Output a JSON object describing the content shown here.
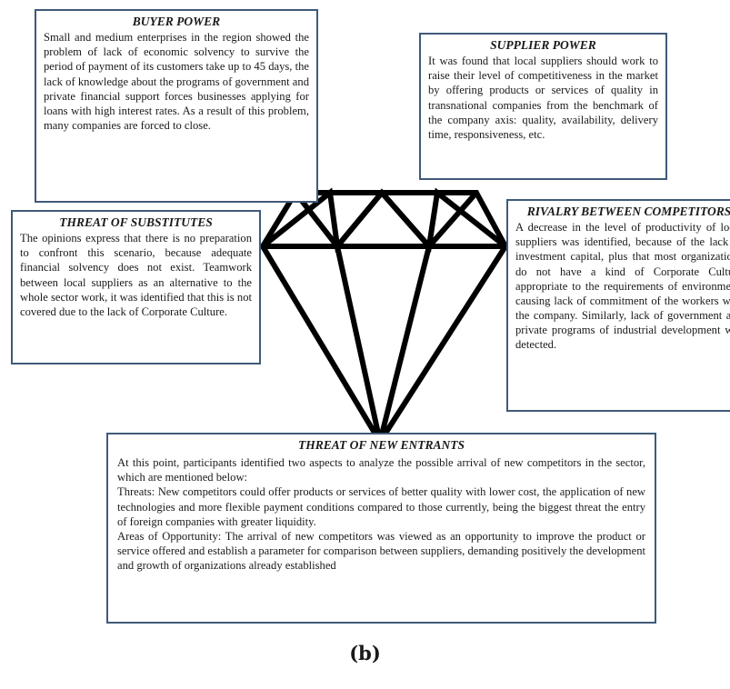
{
  "boxes": {
    "buyer": {
      "title": "BUYER POWER",
      "text": "Small and medium enterprises in the region showed the problem of lack of economic solvency to survive the period of payment of its customers take up to 45 days, the lack of knowledge about the programs of government and private financial support forces businesses applying for loans with high interest rates. As a result of this problem, many companies are forced to close."
    },
    "supplier": {
      "title": "SUPPLIER POWER",
      "text": "It was found that local suppliers should work to raise their level of competitiveness in the market by offering products or services of quality in transnational companies from the benchmark of the company axis: quality, availability, delivery time, responsiveness, etc."
    },
    "substitutes": {
      "title": "THREAT OF SUBSTITUTES",
      "text": "The opinions express that there is no preparation to confront this scenario, because adequate financial solvency does not exist. Teamwork between local suppliers as an alternative to the whole sector work, it was identified that this is not covered due to the lack of Corporate Culture."
    },
    "rivalry": {
      "title": "RIVALRY BETWEEN COMPETITORS",
      "text": "A decrease in the level of productivity of local suppliers was identified, because of the lack of investment capital, plus that most organizations do not have a kind of Corporate Culture appropriate to the requirements of environment, causing lack of commitment of the workers with the company. Similarly, lack of government and private programs of industrial development was detected."
    },
    "entrants": {
      "title": "THREAT OF NEW ENTRANTS",
      "intro": "At this point, participants identified two aspects to analyze the possible arrival of new competitors in the sector, which are mentioned below:",
      "threats": "Threats: New competitors could offer products or services of better quality with lower cost, the application of new technologies and more flexible payment conditions compared to those currently, being the biggest threat the entry of foreign companies with greater liquidity.",
      "opportunity": "Areas of Opportunity: The arrival of new competitors was viewed as an opportunity to improve the product or service offered and establish a parameter for comparison between suppliers, demanding positively the development and growth of organizations already established"
    }
  },
  "caption": "(b)",
  "colors": {
    "box_border": "#3f5a78",
    "diamond_stroke": "#000000"
  }
}
